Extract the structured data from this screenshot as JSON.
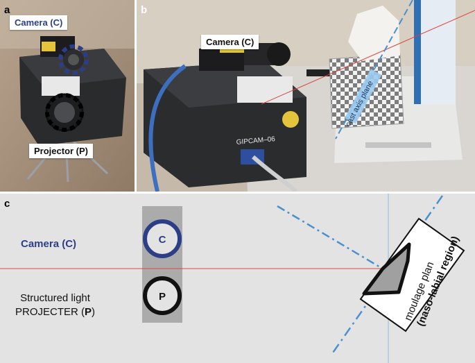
{
  "panel_a": {
    "label": "a",
    "camera_label": "Camera (C)",
    "projector_label": "Projector (P)"
  },
  "panel_b": {
    "label": "b",
    "camera_label": "Camera (C)",
    "device_text": "GIPCAM–06",
    "axis_label": "cast axis plane"
  },
  "panel_c": {
    "label": "c",
    "camera_text": "Camera (C)",
    "projector_line1": "Structured light",
    "projector_line2_prefix": "PROJECTER (",
    "projector_line2_bold": "P",
    "projector_line2_suffix": ")",
    "camera_symbol": "C",
    "projector_symbol": "P",
    "moulage_line1": "moulage plan",
    "moulage_line2": "(naso-labial region)"
  },
  "colors": {
    "camera_blue": "#2c3e86",
    "ray_red": "#d9443c",
    "axis_blue": "#4a90d0",
    "panel_c_bg": "#e3e3e3",
    "device_strip": "#ababab"
  }
}
